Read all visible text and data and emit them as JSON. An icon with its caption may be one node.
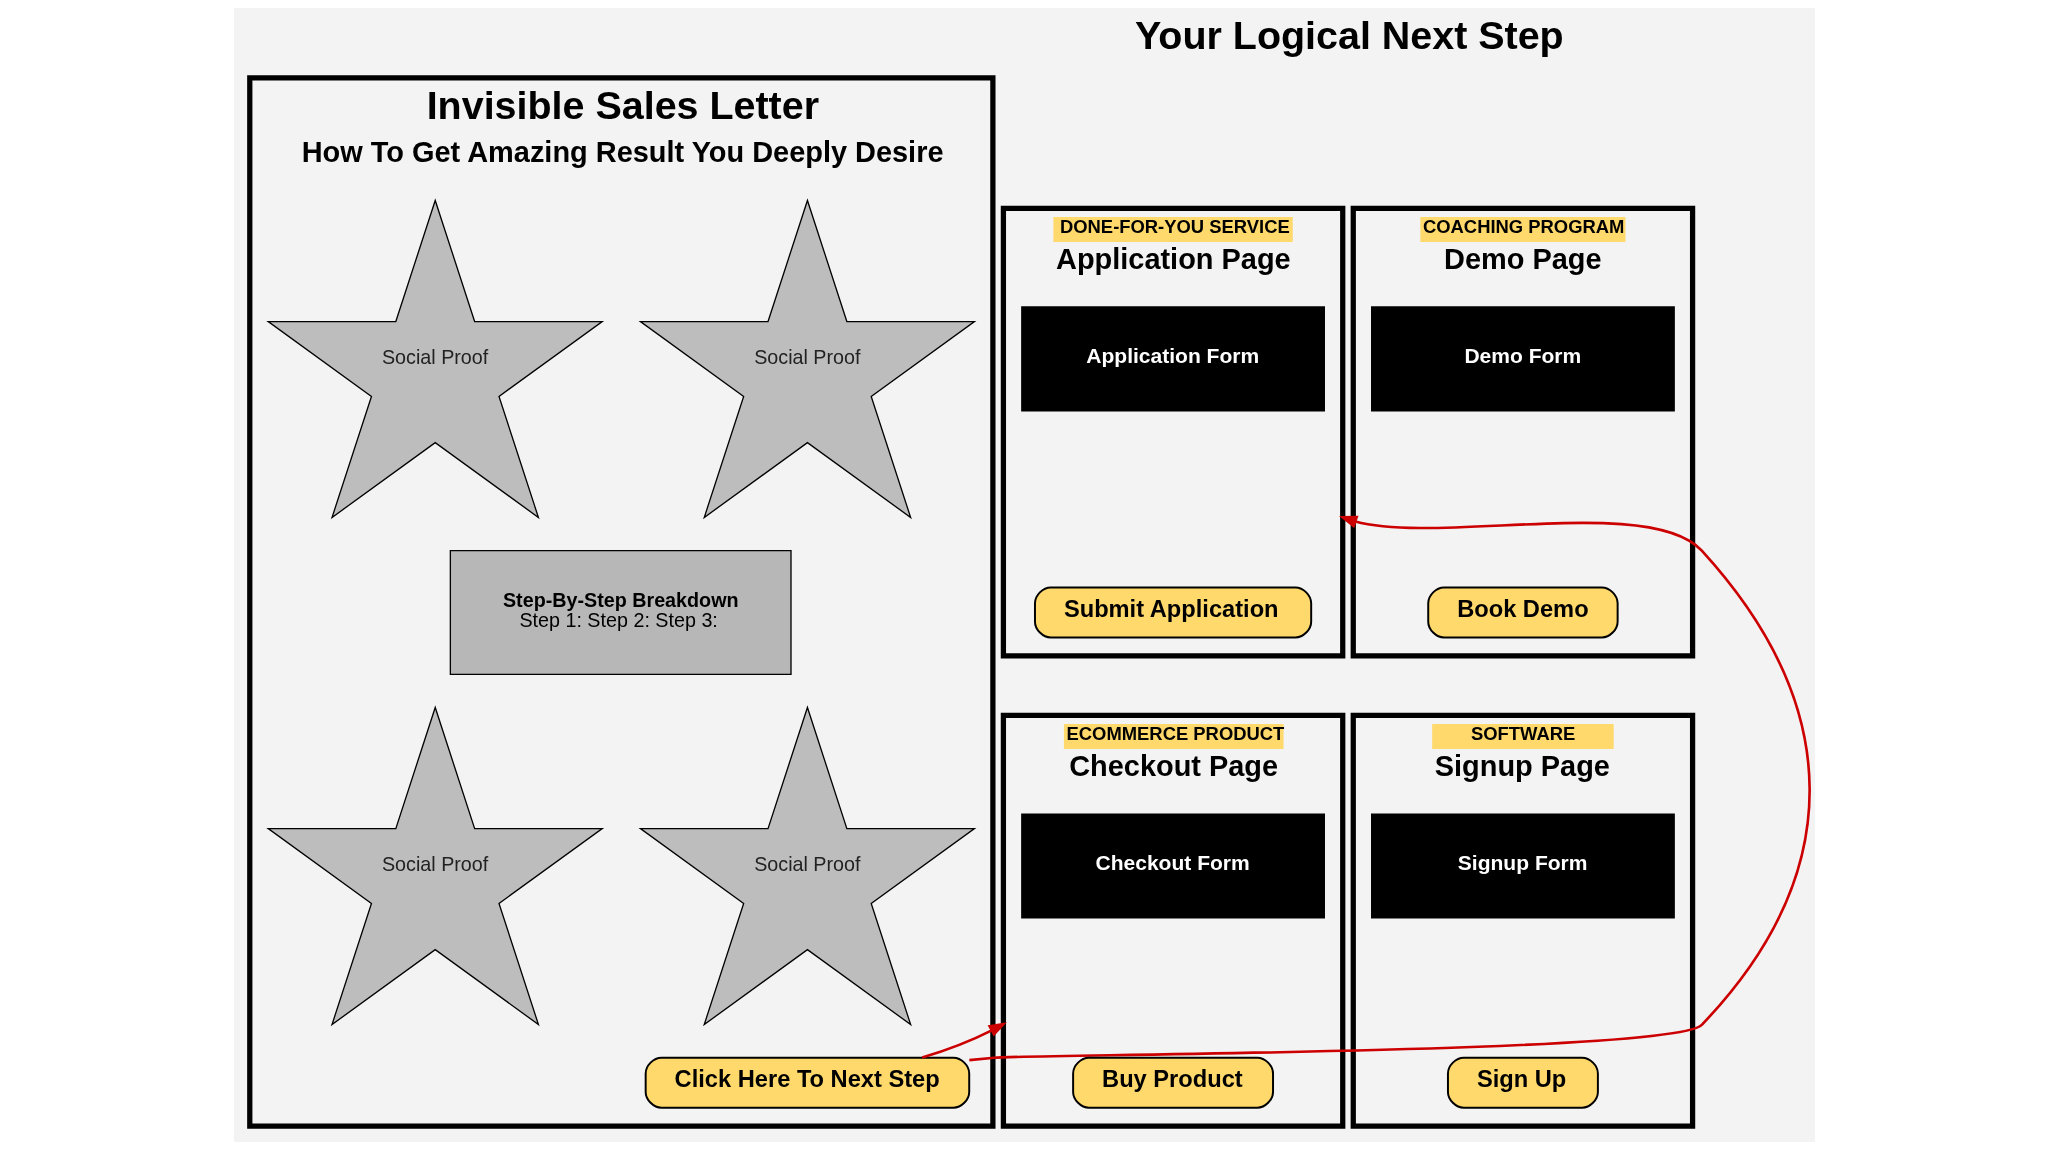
{
  "diagram": {
    "nodes": [
      {
        "text": [
          "Invisible Sales Letter",
          "How To Get Amazing Result You Deeply Desire"
        ]
      },
      {
        "text": [
          "Social Proof"
        ],
        "in": 0
      },
      {
        "text": [
          "Social Proof"
        ],
        "in": 0
      },
      {
        "text": [
          "Step-By-Step Breakdown",
          "Step 1: Step 2: Step 3:"
        ],
        "in": 0
      },
      {
        "text": [
          "Social Proof"
        ],
        "in": 0
      },
      {
        "text": [
          "Social Proof"
        ],
        "in": 0
      },
      {
        "text": [
          "Click Here To Next Step"
        ],
        "in": 0
      },
      {
        "text": [
          "DONE-FOR-YOU SERVICE",
          "Application Page"
        ]
      },
      {
        "text": [
          "Application Form"
        ],
        "in": 7
      },
      {
        "text": [
          "Submit Application"
        ],
        "in": 7
      },
      {
        "text": [
          "COACHING PROGRAM",
          "Demo Page"
        ]
      },
      {
        "text": [
          "Demo Form"
        ],
        "in": 10
      },
      {
        "text": [
          "Book Demo"
        ],
        "in": 10
      },
      {
        "text": [
          "ECOMMERCE PRODUCT",
          "Checkout Page"
        ]
      },
      {
        "text": [
          "Checkout Form"
        ],
        "in": 13
      },
      {
        "text": [
          "Buy Product"
        ],
        "in": 13
      },
      {
        "text": [
          "SOFTWARE",
          "Signup Page"
        ]
      },
      {
        "text": [
          "Signup Form"
        ],
        "in": 16
      },
      {
        "text": [
          "Sign Up"
        ],
        "in": 16
      }
    ],
    "edges": [
      {
        "from": 6,
        "to": 7,
        "arrow": "to"
      },
      {
        "from": 6,
        "to": 13,
        "arrow": "to"
      }
    ],
    "labels": [
      "Your Logical Next Step"
    ]
  }
}
